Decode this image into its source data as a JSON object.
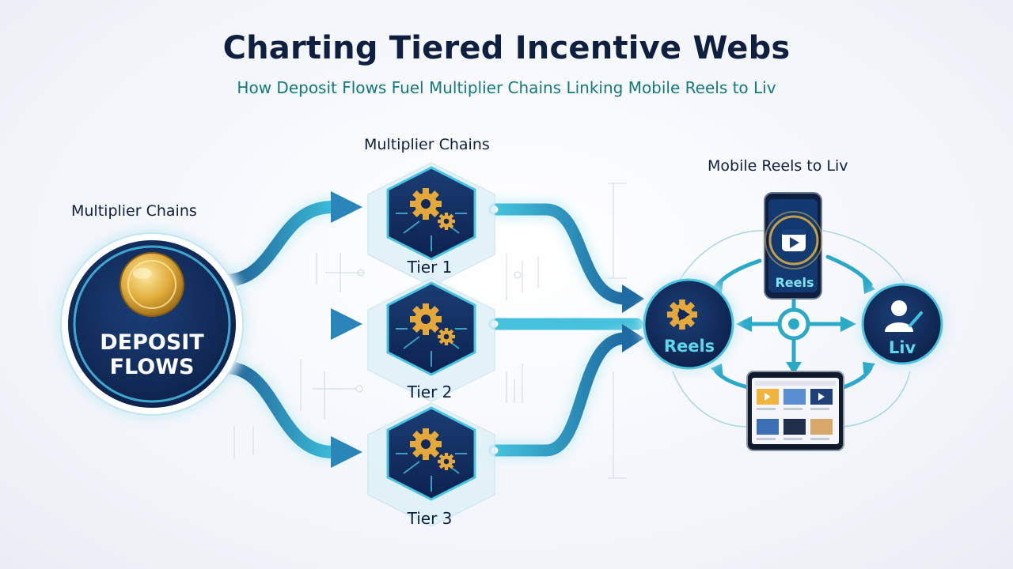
{
  "header": {
    "title": "Charting Tiered Incentive Webs",
    "subtitle": "How Deposit Flows Fuel Multiplier Chains Linking Mobile Reels to Liv"
  },
  "labels": {
    "left_section": "Multiplier Chains",
    "center_section": "Multiplier Chains",
    "right_section": "Mobile Reels to Liv"
  },
  "source_node": {
    "line1": "DEPOSIT",
    "line2": "FLOWS",
    "icon": "gold-coin-icon"
  },
  "tiers": [
    {
      "label": "Tier 1",
      "icon": "gear-circuit-icon"
    },
    {
      "label": "Tier 2",
      "icon": "gear-circuit-icon"
    },
    {
      "label": "Tier 3",
      "icon": "gear-circuit-icon"
    }
  ],
  "destination": {
    "reels_node": "Reels",
    "phone_label": "Reels",
    "liv_node": "Liv",
    "tablet_icon": "tablet-icon",
    "phone_icon": "smartphone-icon",
    "user_icon": "user-icon"
  },
  "colors": {
    "navy": "#0f2552",
    "cyan": "#2eaed0",
    "gold": "#d9a636",
    "text": "#0f1f3f",
    "teal_text": "#13787f"
  }
}
